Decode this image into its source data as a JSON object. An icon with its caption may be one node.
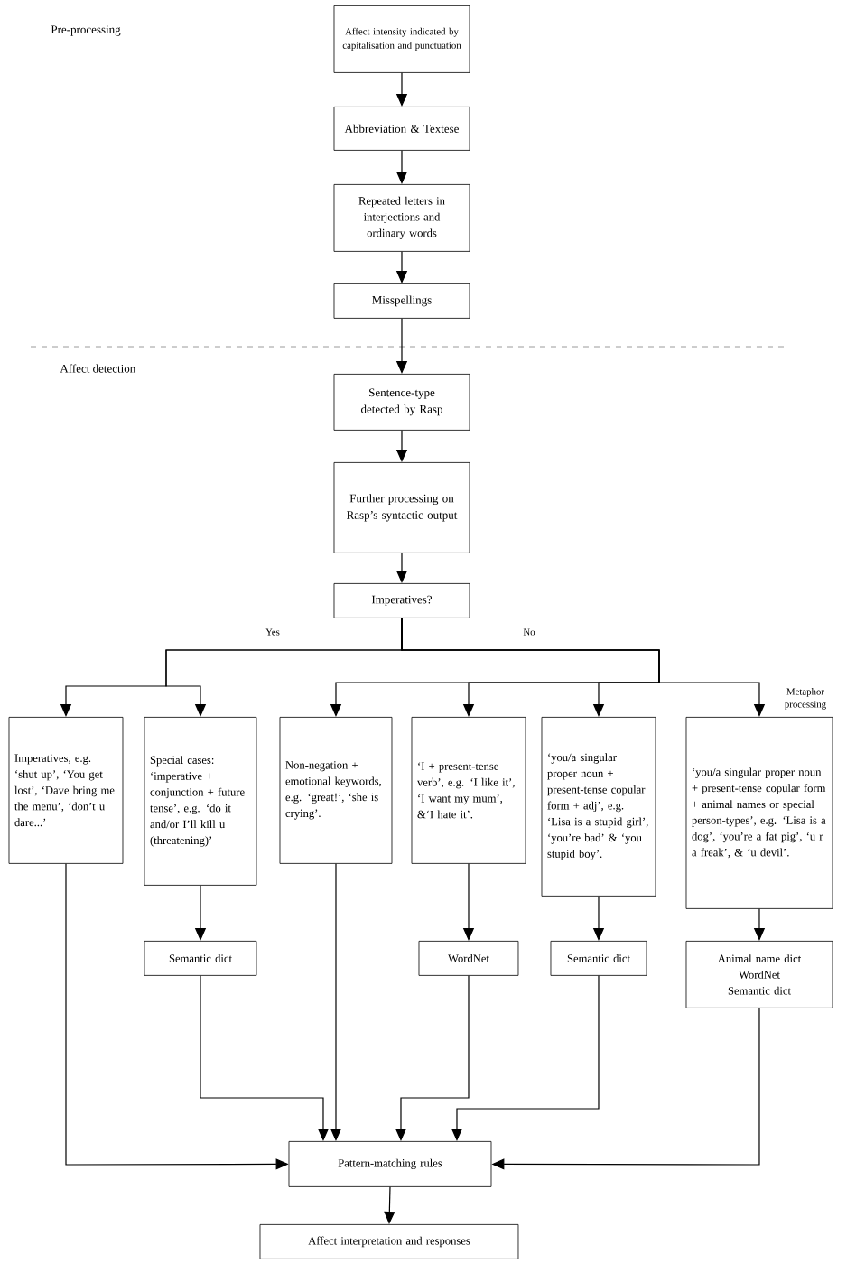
{
  "diagram": {
    "nodes": [
      {
        "text": [
          "Affect intensity indicated by capitalisation and punctuation"
        ]
      },
      {
        "text": [
          "Abbreviation & Textese"
        ]
      },
      {
        "text": [
          "Repeated letters in interjections and ordinary words"
        ]
      },
      {
        "text": [
          "Misspellings"
        ]
      },
      {
        "text": [
          "Sentence-type detected by Rasp"
        ]
      },
      {
        "text": [
          "Further processing on Rasp’s syntactic output"
        ]
      },
      {
        "text": [
          "Imperatives?"
        ]
      },
      {
        "text": [
          "Imperatives, e.g. ‘shut up’, ‘You get lost’, ‘Dave bring me the menu’, ‘don’t u dare...’"
        ]
      },
      {
        "text": [
          "Special cases: ‘imperative + conjunction + future tense’, e.g. ‘do it and/or I’ll kill u (threatening)’"
        ]
      },
      {
        "text": [
          "Non-negation + emotional keywords, e.g. ‘great!’, ‘she is crying’."
        ]
      },
      {
        "text": [
          "‘I + present-tense verb’, e.g. ‘I like it’, ‘I want my mum’, &‘I hate it’."
        ]
      },
      {
        "text": [
          "‘you/a singular proper noun + present-tense copular form + adj’, e.g. ‘Lisa is a stupid girl’, ‘you’re bad’ & ‘you stupid boy’."
        ]
      },
      {
        "text": [
          "‘you/a singular proper noun + present-tense copular form + animal names or special person-types’, e.g. ‘Lisa is a dog’, ‘you’re a fat pig’, ‘u r a freak’, & ‘u devil’."
        ]
      },
      {
        "text": [
          "Semantic dict"
        ]
      },
      {
        "text": [
          "WordNet"
        ]
      },
      {
        "text": [
          "Semantic dict"
        ]
      },
      {
        "text": [
          "Animal name dict",
          "WordNet",
          "Semantic dict"
        ]
      },
      {
        "text": [
          "Pattern-matching rules"
        ]
      },
      {
        "text": [
          "Affect interpretation and responses"
        ]
      }
    ],
    "edges": [
      {
        "from": 0,
        "to": 1,
        "arrow": "to"
      },
      {
        "from": 1,
        "to": 2,
        "arrow": "to"
      },
      {
        "from": 2,
        "to": 3,
        "arrow": "to"
      },
      {
        "from": 3,
        "to": 4,
        "arrow": "to"
      },
      {
        "from": 4,
        "to": 5,
        "arrow": "to"
      },
      {
        "from": 5,
        "to": 6,
        "arrow": "to"
      },
      {
        "from": 6,
        "to": 7,
        "arrow": "to",
        "label": "Yes"
      },
      {
        "from": 6,
        "to": 8,
        "arrow": "to"
      },
      {
        "from": 6,
        "to": 9,
        "arrow": "to",
        "label": "No"
      },
      {
        "from": 6,
        "to": 10,
        "arrow": "to"
      },
      {
        "from": 6,
        "to": 11,
        "arrow": "to"
      },
      {
        "from": 6,
        "to": 12,
        "arrow": "to",
        "label": "Metaphor processing"
      },
      {
        "from": 8,
        "to": 13,
        "arrow": "to"
      },
      {
        "from": 10,
        "to": 14,
        "arrow": "to"
      },
      {
        "from": 11,
        "to": 15,
        "arrow": "to"
      },
      {
        "from": 12,
        "to": 16,
        "arrow": "to"
      },
      {
        "from": 7,
        "to": 17,
        "arrow": "to"
      },
      {
        "from": 13,
        "to": 17,
        "arrow": "to"
      },
      {
        "from": 9,
        "to": 17,
        "arrow": "to"
      },
      {
        "from": 14,
        "to": 17,
        "arrow": "to"
      },
      {
        "from": 15,
        "to": 17,
        "arrow": "to"
      },
      {
        "from": 16,
        "to": 17,
        "arrow": "to"
      },
      {
        "from": 17,
        "to": 18,
        "arrow": "to"
      }
    ],
    "labels": [
      "Pre-processing",
      "Affect detection"
    ]
  }
}
